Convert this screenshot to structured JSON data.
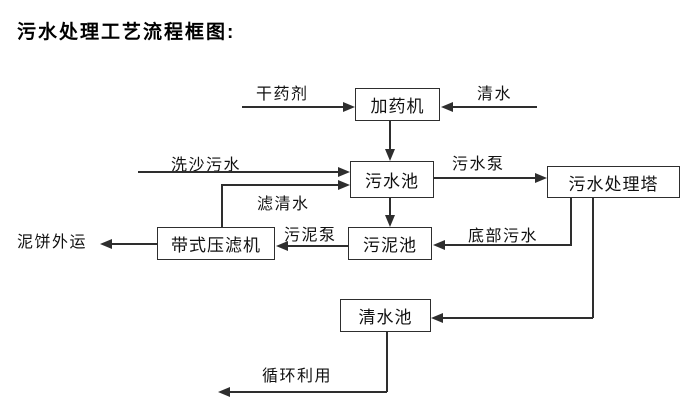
{
  "title": "污水处理工艺流程框图:",
  "nodes": {
    "dosing_machine": "加药机",
    "sewage_pool": "污水池",
    "treatment_tower": "污水处理塔",
    "sludge_pool": "污泥池",
    "belt_filter_press": "带式压滤机",
    "clear_water_pool": "清水池"
  },
  "flow_labels": {
    "dry_chemical": "干药剂",
    "clear_water": "清水",
    "sand_washing_sewage": "洗沙污水",
    "sewage_pump": "污水泵",
    "filtered_water": "滤清水",
    "sludge_pump": "污泥泵",
    "bottom_sewage": "底部污水",
    "mud_cake_out": "泥饼外运",
    "recycle_use": "循环利用"
  },
  "colors": {
    "line": "#2e2e2e",
    "text": "#111111",
    "background": "#ffffff"
  }
}
